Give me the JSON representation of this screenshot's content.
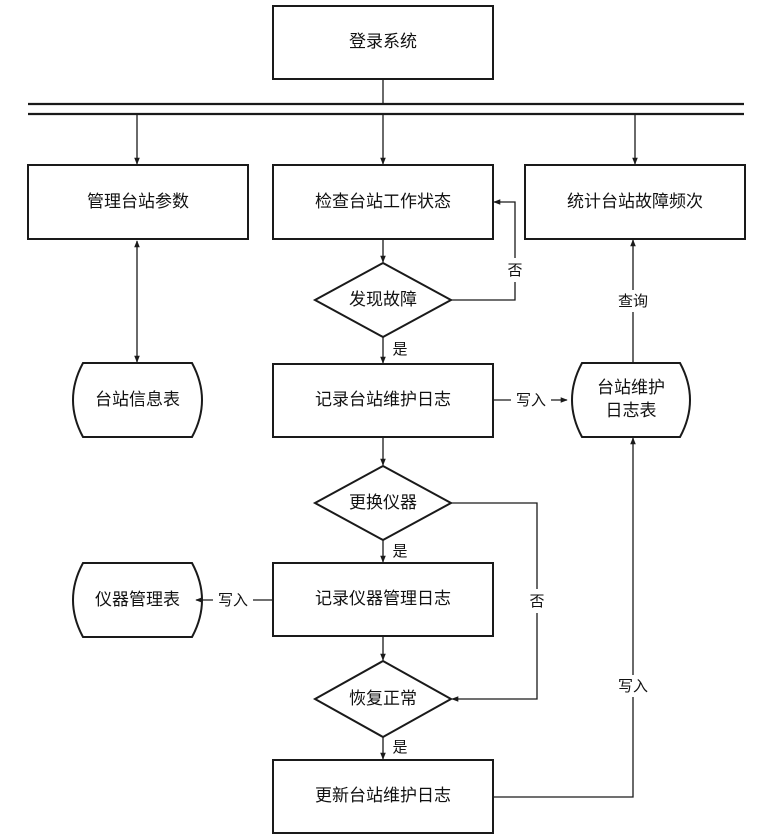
{
  "nodes": {
    "login": "登录系统",
    "manage_params": "管理台站参数",
    "check_status": "检查台站工作状态",
    "stats_faults": "统计台站故障频次",
    "find_fault": "发现故障",
    "station_info_table": "台站信息表",
    "record_maint_log": "记录台站维护日志",
    "maint_log_table_line1": "台站维护",
    "maint_log_table_line2": "日志表",
    "replace_instrument": "更换仪器",
    "instrument_table": "仪器管理表",
    "record_instrument_log": "记录仪器管理日志",
    "recover_normal": "恢复正常",
    "update_maint_log": "更新台站维护日志"
  },
  "edges": {
    "no_fault": "否",
    "yes_fault": "是",
    "write_maint": "写入",
    "query": "查询",
    "yes_replace": "是",
    "no_replace": "否",
    "write_instrument": "写入",
    "yes_recover": "是",
    "write_update": "写入"
  }
}
